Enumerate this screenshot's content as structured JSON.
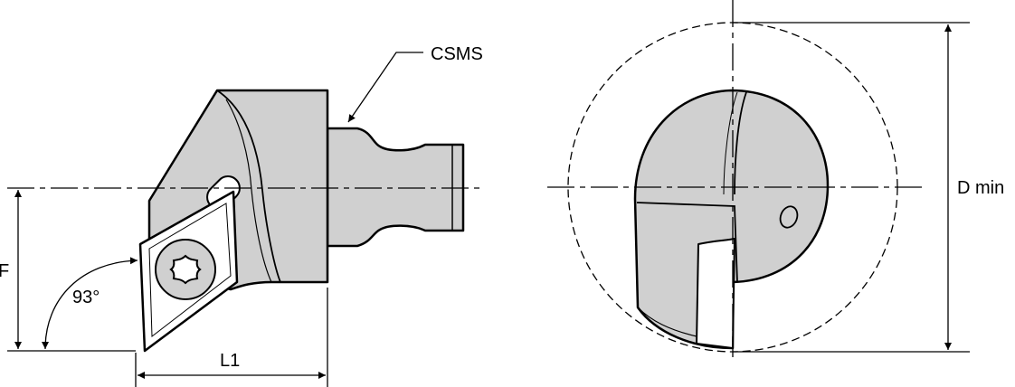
{
  "labels": {
    "csms": "CSMS",
    "f": "F",
    "angle": "93°",
    "l1": "L1",
    "d_min": "D min"
  },
  "colors": {
    "body_fill": "#d0d0d0",
    "stroke": "#000000",
    "background": "#ffffff"
  }
}
